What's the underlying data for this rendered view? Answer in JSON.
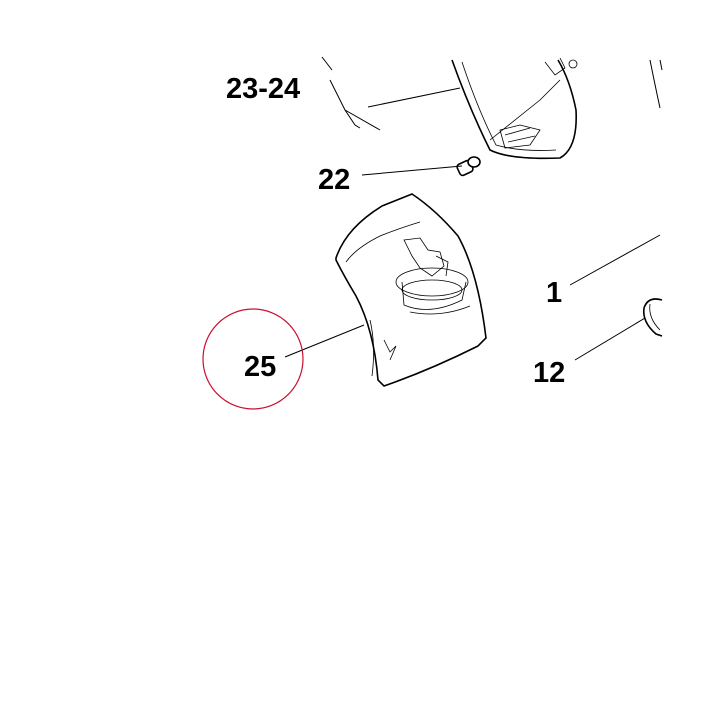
{
  "labels": {
    "p23_24": "23-24",
    "p22": "22",
    "p1": "1",
    "p25": "25",
    "p12": "12"
  },
  "colors": {
    "line": "#000000",
    "highlight_circle": "#c8102e",
    "background": "#ffffff"
  }
}
